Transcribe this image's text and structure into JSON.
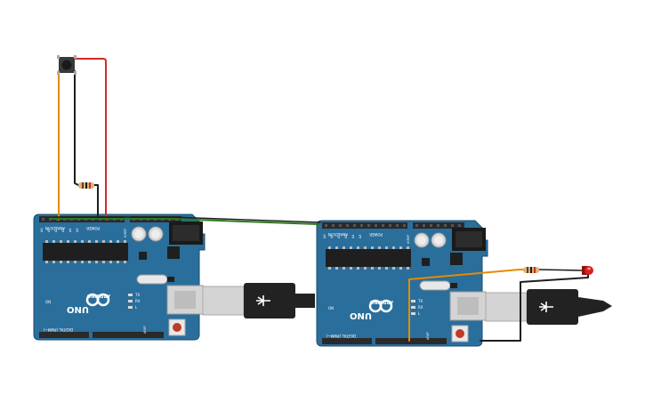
{
  "boards": [
    {
      "id": "board-left",
      "brand": "ARDUINO",
      "model": "UNO",
      "labels": {
        "analog_in": "ANALOG IN",
        "power": "POWER",
        "digital": "DIGITAL (PWM~)",
        "on": "ON",
        "tx": "TX",
        "rx": "RX",
        "l": "L",
        "aref": "AREF",
        "gnd": "GND",
        "ioref": "IOREF",
        "reset": "RESET",
        "v33": "3.3V",
        "v5": "5V",
        "vin": "VIN",
        "analog_pins": [
          "A0",
          "A1",
          "A2",
          "A3",
          "A4",
          "A5"
        ]
      }
    },
    {
      "id": "board-right",
      "brand": "ARDUINO",
      "model": "UNO",
      "labels": {
        "analog_in": "ANALOG IN",
        "power": "POWER",
        "digital": "DIGITAL (PWM~)",
        "on": "ON",
        "tx": "TX",
        "rx": "RX",
        "l": "L",
        "aref": "AREF",
        "gnd": "GND",
        "ioref": "IOREF",
        "reset": "RESET",
        "v33": "3.3V",
        "v5": "5V",
        "vin": "VIN",
        "analog_pins": [
          "A0",
          "A1",
          "A2",
          "A3",
          "A4",
          "A5"
        ]
      }
    }
  ],
  "components": {
    "pushbutton": "pushbutton",
    "resistor_left": "resistor",
    "resistor_right": "resistor",
    "led": "red LED",
    "usb_cables": 2
  },
  "colors": {
    "board": "#2a6e9c",
    "board_dark": "#1f5a82",
    "header": "#2a2a2a",
    "wire_red": "#d12a2a",
    "wire_black": "#1e1e1e",
    "wire_orange": "#e68a00",
    "wire_green": "#2d7a1f",
    "led_red": "#d81f1f",
    "usb_gray": "#d4d4d4",
    "cable_black": "#222222",
    "resistor": "#d8b677"
  }
}
